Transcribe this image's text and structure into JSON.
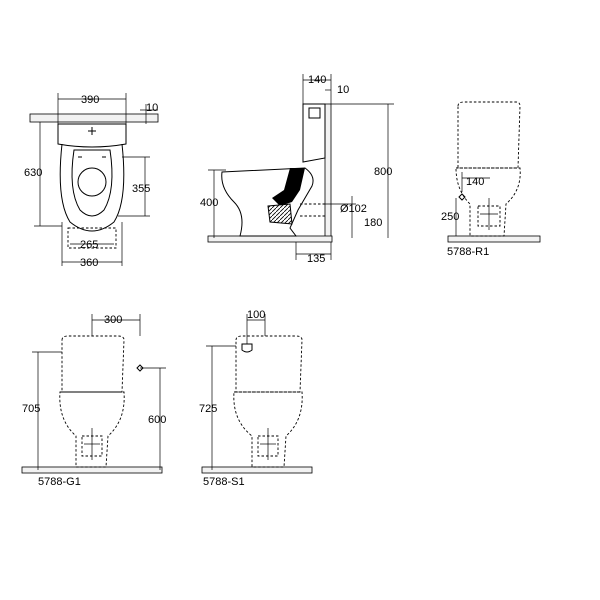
{
  "top_view": {
    "width_top": "390",
    "offset_top": "10",
    "height_total": "630",
    "bowl_depth": "355",
    "inner_width": "265",
    "outer_width": "360"
  },
  "side_view": {
    "tank_depth": "140",
    "wall_gap": "10",
    "total_height": "800",
    "seat_height": "400",
    "outlet_diameter": "Ø102",
    "outlet_height": "180",
    "outlet_offset": "135"
  },
  "variant_r1": {
    "code": "5788-R1",
    "inlet_offset": "140",
    "inlet_height": "250"
  },
  "variant_g1": {
    "code": "5788-G1",
    "inlet_offset": "300",
    "total_height": "705",
    "inlet_height": "600"
  },
  "variant_s1": {
    "code": "5788-S1",
    "inlet_offset": "100",
    "total_height": "725"
  }
}
